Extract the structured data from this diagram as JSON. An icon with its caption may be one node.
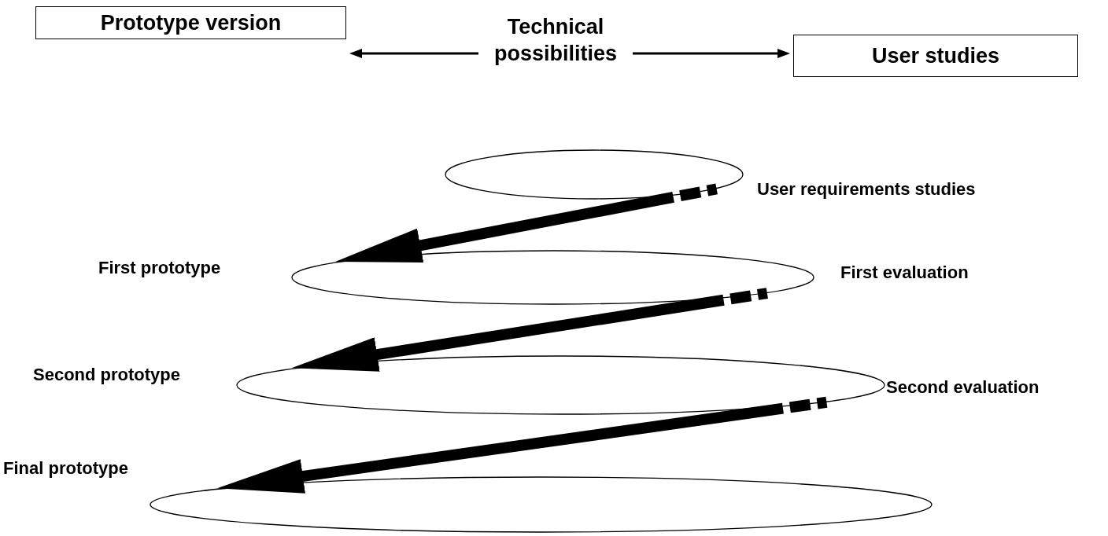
{
  "diagram": {
    "nodes": [
      {
        "text": [
          "Prototype version"
        ]
      },
      {
        "text": [
          "Technical possibilities"
        ]
      },
      {
        "text": [
          "User studies"
        ]
      },
      {
        "text": [],
        "shape": "ellipse"
      },
      {
        "text": [
          "User requirements studies"
        ]
      },
      {
        "text": [
          "First prototype"
        ]
      },
      {
        "text": [],
        "shape": "ellipse"
      },
      {
        "text": [
          "First evaluation"
        ]
      },
      {
        "text": [
          "Second prototype"
        ]
      },
      {
        "text": [],
        "shape": "ellipse"
      },
      {
        "text": [
          "Second evaluation"
        ]
      },
      {
        "text": [
          "Final prototype"
        ]
      },
      {
        "text": [],
        "shape": "ellipse"
      }
    ],
    "edges": [
      {
        "from": 1,
        "to": 0,
        "arrow": "to"
      },
      {
        "from": 1,
        "to": 2,
        "arrow": "to"
      },
      {
        "from": 3,
        "to": 6,
        "arrow": "to"
      },
      {
        "from": 6,
        "to": 9,
        "arrow": "to"
      },
      {
        "from": 9,
        "to": 12,
        "arrow": "to"
      }
    ]
  }
}
